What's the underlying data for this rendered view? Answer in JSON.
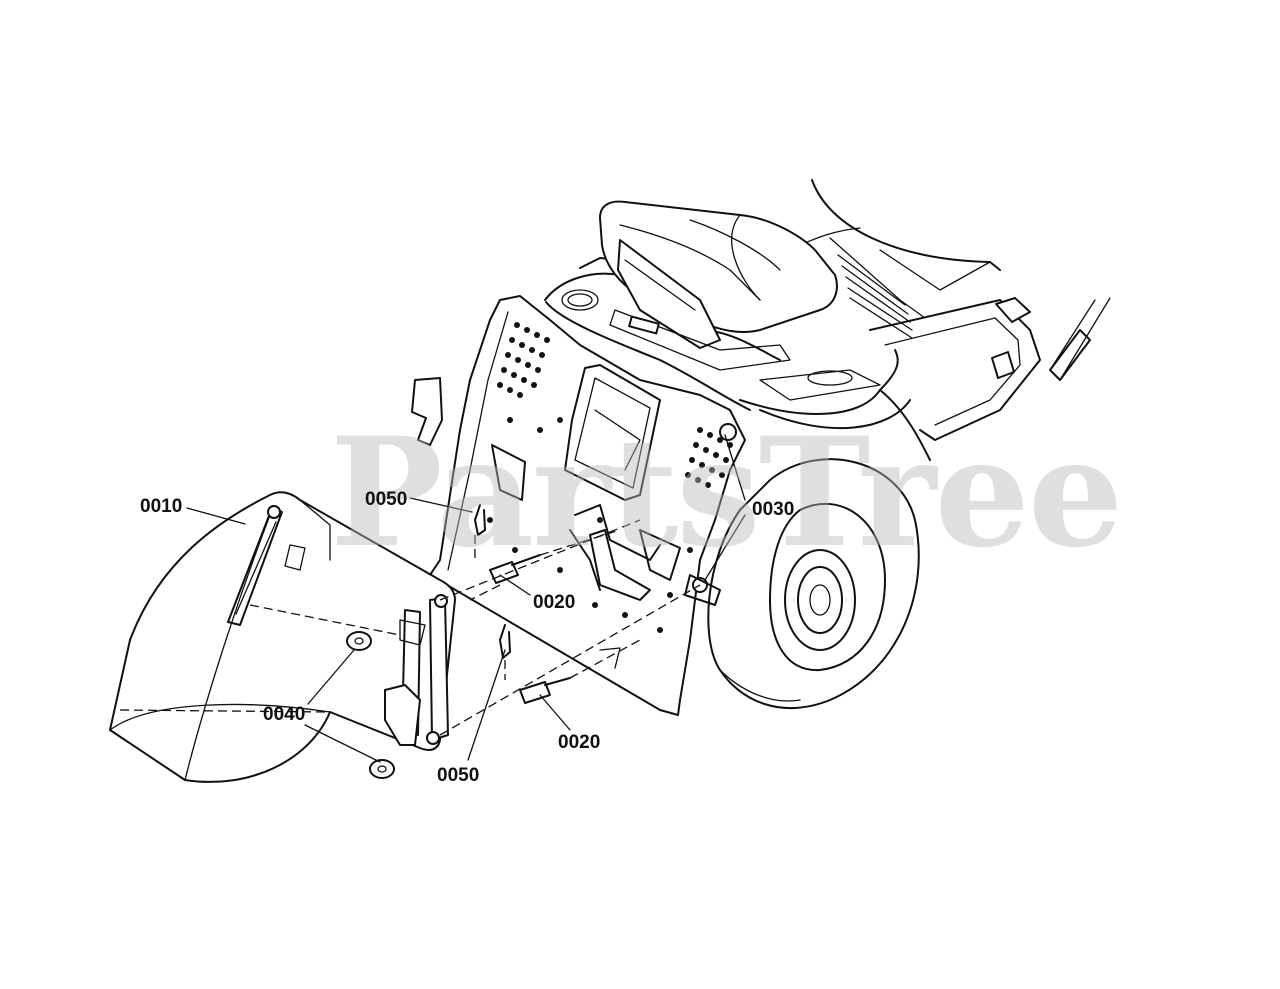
{
  "watermark": {
    "text": "PartsTree"
  },
  "callouts": [
    {
      "id": "0010",
      "label": "0010"
    },
    {
      "id": "0050a",
      "label": "0050"
    },
    {
      "id": "0020a",
      "label": "0020"
    },
    {
      "id": "0030",
      "label": "0030"
    },
    {
      "id": "0040",
      "label": "0040"
    },
    {
      "id": "0050b",
      "label": "0050"
    },
    {
      "id": "0020b",
      "label": "0020"
    }
  ]
}
